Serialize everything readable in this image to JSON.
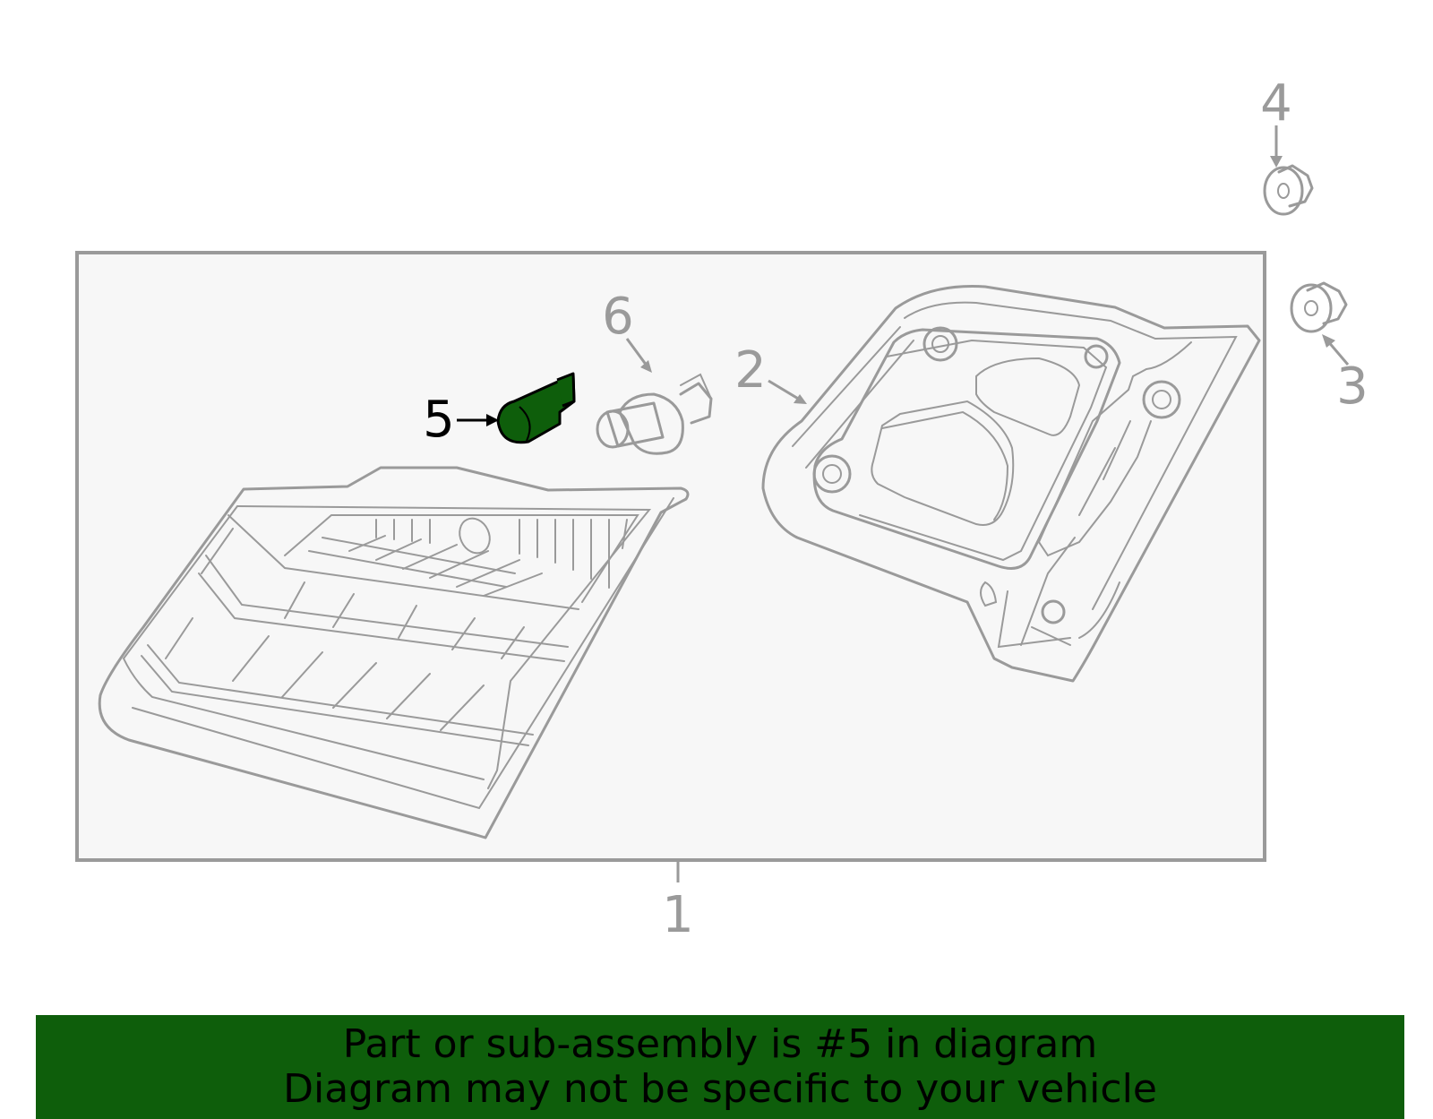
{
  "colors": {
    "highlight": "#0e5e0b",
    "line_gray": "#9a9a9a",
    "box_fill": "#f7f7f7",
    "banner": "#0e5e0b"
  },
  "callouts": {
    "c1": "1",
    "c2": "2",
    "c3": "3",
    "c4": "4",
    "c5": "5",
    "c6": "6"
  },
  "highlighted_part": "5",
  "banner": {
    "line1": "Part or sub-assembly is #5 in diagram",
    "line2": "Diagram may not be specific to your vehicle"
  }
}
